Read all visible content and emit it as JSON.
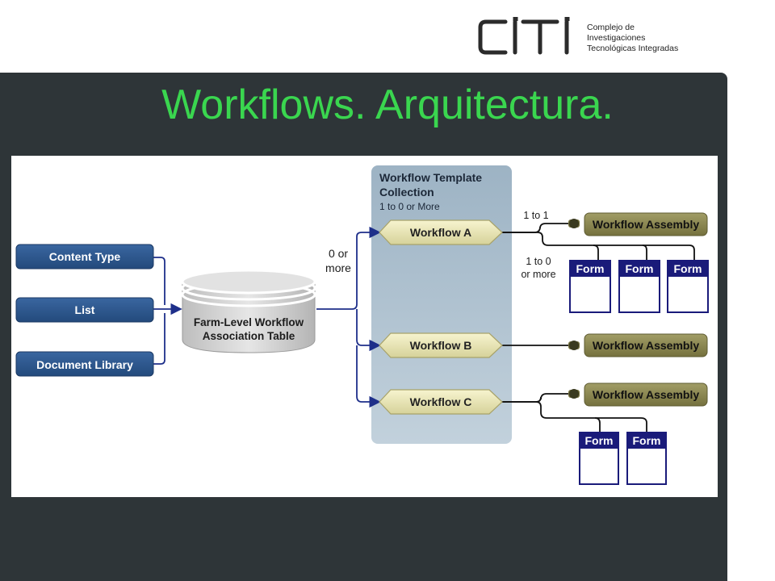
{
  "logo": {
    "mark": "citi",
    "lines": [
      "Complejo de",
      "Investigaciones",
      "Tecnológicas Integradas"
    ]
  },
  "slide": {
    "title": "Workflows. Arquitectura."
  },
  "diagram": {
    "sources": [
      "Content Type",
      "List",
      "Document Library"
    ],
    "table_label": [
      "Farm-Level Workflow",
      "Association Table"
    ],
    "relation_zero_or_more": [
      "0 or",
      "more"
    ],
    "collection": {
      "title": [
        "Workflow Template",
        "Collection"
      ],
      "subtitle": "1 to 0 or More"
    },
    "workflows": [
      "Workflow A",
      "Workflow B",
      "Workflow C"
    ],
    "relation_one_to_one": "1 to 1",
    "relation_one_to_zero": [
      "1 to 0",
      "or more"
    ],
    "assembly_label": "Workflow Assembly",
    "form_label": "Form",
    "colors": {
      "source_blue": "#2a5286",
      "assembly_olive": "#8a8650",
      "form_navy": "#1a1b7a",
      "collection_blue": "#a8bccb",
      "connector_blue": "#1e2f8a"
    }
  }
}
